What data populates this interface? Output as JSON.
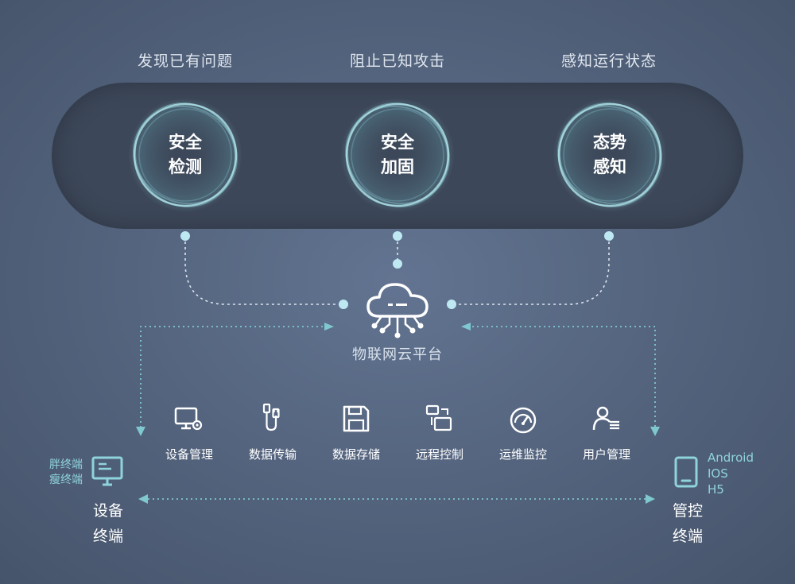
{
  "top_labels": [
    "发现已有问题",
    "阻止已知攻击",
    "感知运行状态"
  ],
  "modules": [
    {
      "line1": "安全",
      "line2": "检测"
    },
    {
      "line1": "安全",
      "line2": "加固"
    },
    {
      "line1": "态势",
      "line2": "感知"
    }
  ],
  "cloud": {
    "icon": "cloud-network-icon",
    "label": "物联网云平台"
  },
  "features": [
    {
      "icon": "monitor-gear-icon",
      "label": "设备管理"
    },
    {
      "icon": "usb-cable-icon",
      "label": "数据传输"
    },
    {
      "icon": "floppy-disk-icon",
      "label": "数据存储"
    },
    {
      "icon": "remote-screens-icon",
      "label": "远程控制"
    },
    {
      "icon": "gauge-icon",
      "label": "运维监控"
    },
    {
      "icon": "user-list-icon",
      "label": "用户管理"
    }
  ],
  "device_terminal": {
    "icon": "desktop-monitor-icon",
    "types": [
      "胖终端",
      "瘦终端"
    ],
    "line1": "设备",
    "line2": "终端"
  },
  "control_terminal": {
    "icon": "tablet-icon",
    "platforms": [
      "Android",
      "IOS",
      "H5"
    ],
    "line1": "管控",
    "line2": "终端"
  },
  "colors": {
    "accent": "#8fd3dd",
    "ring": "#9fe3ea",
    "dot": "#bfe9f2",
    "pill": "#3c4759"
  }
}
